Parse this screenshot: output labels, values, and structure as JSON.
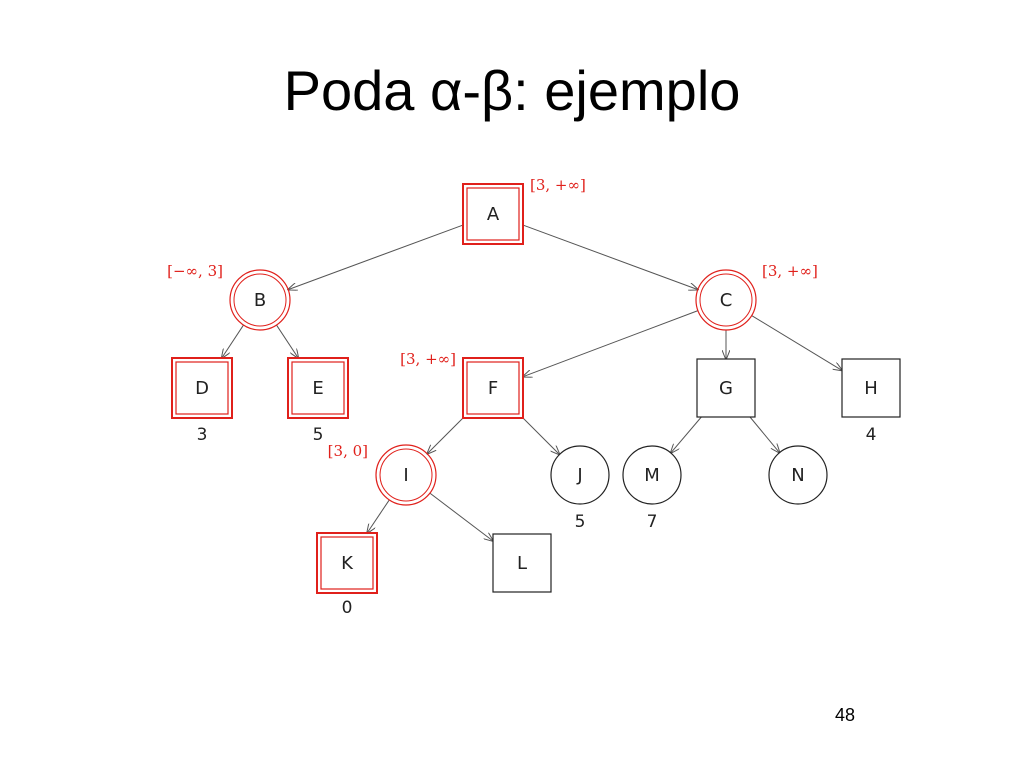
{
  "slide": {
    "title": "Poda α-β: ejemplo",
    "page_number": "48"
  },
  "colors": {
    "highlight": "#e0201b",
    "node_stroke": "#222222",
    "edge": "#555555",
    "text": "#222222"
  },
  "tree": {
    "nodes": [
      {
        "id": "A",
        "shape": "square",
        "highlighted": true,
        "interval": "[3, +∞]"
      },
      {
        "id": "B",
        "shape": "circle",
        "highlighted": true,
        "interval": "[−∞, 3]"
      },
      {
        "id": "C",
        "shape": "circle",
        "highlighted": true,
        "interval": "[3, +∞]"
      },
      {
        "id": "D",
        "shape": "square",
        "highlighted": true,
        "value": "3"
      },
      {
        "id": "E",
        "shape": "square",
        "highlighted": true,
        "value": "5"
      },
      {
        "id": "F",
        "shape": "square",
        "highlighted": true,
        "interval": "[3, +∞]"
      },
      {
        "id": "G",
        "shape": "square",
        "highlighted": false
      },
      {
        "id": "H",
        "shape": "square",
        "highlighted": false,
        "value": "4"
      },
      {
        "id": "I",
        "shape": "circle",
        "highlighted": true,
        "interval": "[3, 0]"
      },
      {
        "id": "J",
        "shape": "circle",
        "highlighted": false,
        "value": "5"
      },
      {
        "id": "M",
        "shape": "circle",
        "highlighted": false,
        "value": "7"
      },
      {
        "id": "N",
        "shape": "circle",
        "highlighted": false
      },
      {
        "id": "K",
        "shape": "square",
        "highlighted": true,
        "value": "0"
      },
      {
        "id": "L",
        "shape": "square",
        "highlighted": false
      }
    ],
    "edges": [
      [
        "A",
        "B"
      ],
      [
        "A",
        "C"
      ],
      [
        "B",
        "D"
      ],
      [
        "B",
        "E"
      ],
      [
        "C",
        "F"
      ],
      [
        "C",
        "G"
      ],
      [
        "C",
        "H"
      ],
      [
        "F",
        "I"
      ],
      [
        "F",
        "J"
      ],
      [
        "G",
        "M"
      ],
      [
        "G",
        "N"
      ],
      [
        "I",
        "K"
      ],
      [
        "I",
        "L"
      ]
    ]
  }
}
